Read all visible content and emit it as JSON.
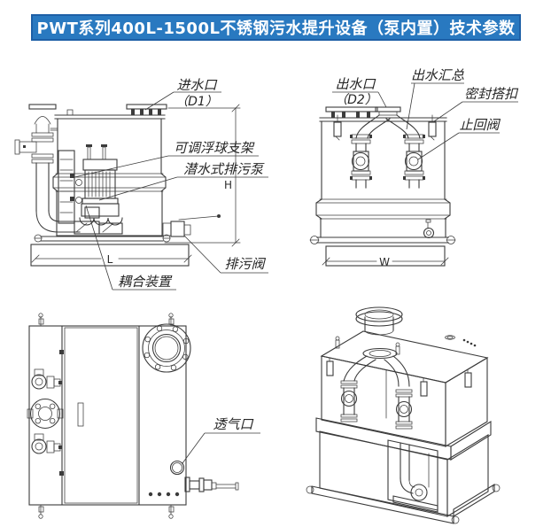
{
  "header": {
    "title": "PWT系列400L-1500L不锈钢污水提升设备（泵内置）技术参数"
  },
  "colors": {
    "banner_bg": "#2979c0",
    "banner_border": "#1d5fa6",
    "banner_text": "#ffffff",
    "line": "#3b3b3b"
  },
  "side_view": {
    "labels": {
      "inlet": "进水口",
      "inlet_size": "（D1）",
      "float_bracket": "可调浮球支架",
      "pump": "潜水式排污泵",
      "drain_valve": "排污阀",
      "coupling": "耦合装置",
      "dim_height": "H",
      "dim_length": "L"
    }
  },
  "front_view": {
    "labels": {
      "outlet": "出水口",
      "outlet_size": "（D2）",
      "outlet_manifold": "出水汇总",
      "seal_buckle": "密封搭扣",
      "check_valve": "止回阀",
      "dim_width": "W"
    }
  },
  "top_view": {
    "labels": {
      "vent": "透气口"
    }
  }
}
